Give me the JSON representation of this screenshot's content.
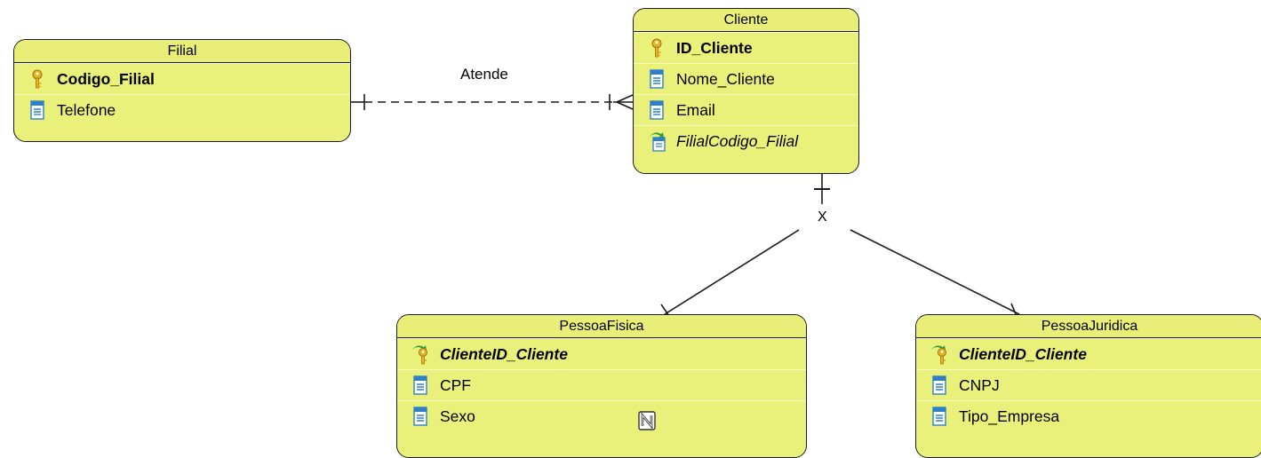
{
  "relationship": {
    "label": "Atende"
  },
  "inheritance": {
    "symbol": "X"
  },
  "entities": {
    "filial": {
      "title": "Filial",
      "attributes": [
        {
          "name": "Codigo_Filial",
          "kind": "pk",
          "icon": "primary-key-icon"
        },
        {
          "name": "Telefone",
          "kind": "column",
          "icon": "column-icon"
        }
      ]
    },
    "cliente": {
      "title": "Cliente",
      "attributes": [
        {
          "name": "ID_Cliente",
          "kind": "pk",
          "icon": "primary-key-icon"
        },
        {
          "name": "Nome_Cliente",
          "kind": "column",
          "icon": "column-icon"
        },
        {
          "name": "Email",
          "kind": "column",
          "icon": "column-icon"
        },
        {
          "name": "FilialCodigo_Filial",
          "kind": "fk",
          "icon": "foreign-key-column-icon"
        }
      ]
    },
    "pessoa_fisica": {
      "title": "PessoaFisica",
      "attributes": [
        {
          "name": "ClienteID_Cliente",
          "kind": "pkfk",
          "icon": "foreign-primary-key-icon"
        },
        {
          "name": "CPF",
          "kind": "column",
          "icon": "column-icon"
        },
        {
          "name": "Sexo",
          "kind": "column",
          "icon": "column-icon",
          "nullable": true
        }
      ]
    },
    "pessoa_juridica": {
      "title": "PessoaJuridica",
      "attributes": [
        {
          "name": "ClienteID_Cliente",
          "kind": "pkfk",
          "icon": "foreign-primary-key-icon"
        },
        {
          "name": "CNPJ",
          "kind": "column",
          "icon": "column-icon"
        },
        {
          "name": "Tipo_Empresa",
          "kind": "column",
          "icon": "column-icon"
        }
      ]
    }
  },
  "colors": {
    "entity_fill": "#eaf17a",
    "border": "#1a1a1a",
    "key_gold": "#e9b422",
    "column_blue": "#2f7fc8",
    "fk_green": "#3a9a3a"
  }
}
